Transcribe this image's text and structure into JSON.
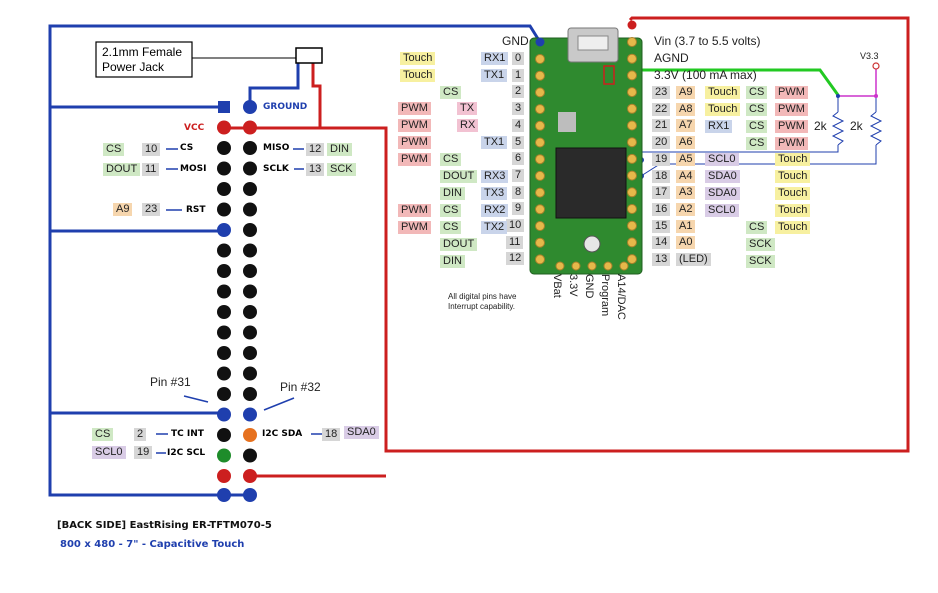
{
  "colors": {
    "blue": "#1f3fae",
    "red": "#cc1f1f",
    "green": "#22c922",
    "magenta": "#cc33cc",
    "pcb": "#2f8a2f",
    "pad": "#e6b84a"
  },
  "power_jack": "2.1mm Female\nPower Jack",
  "header": {
    "ground": "GROUND",
    "vcc": "VCC",
    "cs": "CS",
    "mosi": "MOSI",
    "rst": "RST",
    "tc_int": "TC INT",
    "i2c_scl": "I2C SCL",
    "miso": "MISO",
    "sclk": "SCLK",
    "i2c_sda": "I2C SDA",
    "pin31": "Pin #31",
    "pin32": "Pin #32"
  },
  "left_labels": [
    {
      "a": "CS",
      "n": "10"
    },
    {
      "a": "DOUT",
      "n": "11"
    },
    {
      "a": "A9",
      "n": "23"
    },
    {
      "a": "CS",
      "n": "2"
    },
    {
      "a": "SCL0",
      "n": "19"
    }
  ],
  "right_labels": [
    {
      "n": "12",
      "a": "DIN"
    },
    {
      "n": "13",
      "a": "SCK"
    },
    {
      "n": "18",
      "a": "SDA0"
    }
  ],
  "teensy": {
    "gnd": "GND",
    "vin": "Vin  (3.7 to 5.5 volts)",
    "agnd": "AGND",
    "v33": "3.3V (100 mA max)",
    "left_pins": [
      "0",
      "1",
      "2",
      "3",
      "4",
      "5",
      "6",
      "7",
      "8",
      "9",
      "10",
      "11",
      "12"
    ],
    "right_pins": [
      "23",
      "22",
      "21",
      "20",
      "19",
      "18",
      "17",
      "16",
      "15",
      "14",
      "13"
    ],
    "right_analog": [
      "A9",
      "A8",
      "A7",
      "A6",
      "A5",
      "A4",
      "A3",
      "A2",
      "A1",
      "A0",
      "(LED)"
    ],
    "bottom": [
      "VBat",
      "3.3V",
      "GND",
      "Program",
      "A14/DAC"
    ],
    "note": "All digital pins have\nInterrupt capability.",
    "v33_label": "V3.3",
    "r1": "2k",
    "r2": "2k"
  },
  "footer": {
    "line1": "[BACK SIDE] EastRising ER-TFTM070-5",
    "line2": "800 x 480 - 7\" - Capacitive Touch"
  }
}
